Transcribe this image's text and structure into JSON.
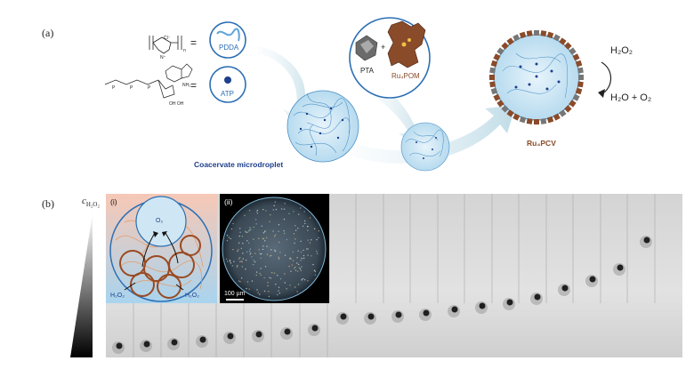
{
  "panel_a": {
    "label": "(a)",
    "pdda": "PDDA",
    "atp": "ATP",
    "equals": "=",
    "plus": "+",
    "pta": "PTA",
    "ru4pom": "Ru₄POM",
    "coacervate": "Coacervate microdroplet",
    "ru4pcv": "Ru₄PCV",
    "h2o2": "H₂O₂",
    "products": "H₂O + O₂",
    "polymer_n": "n",
    "atp_oh": "OH OH",
    "atp_nh2": "NH₂"
  },
  "panel_b": {
    "label": "(b)",
    "c_label": "c",
    "c_sub": "H₂O₂",
    "inset_i": "(i)",
    "inset_ii": "(ii)",
    "o2": "O₂",
    "h2o2_left": "H₂O₂",
    "h2o2_right": "H₂O₂",
    "scale_bar": "100 µm"
  },
  "colors": {
    "accent_blue": "#1d3f8c",
    "ring_blue": "#2d6fb3",
    "brown": "#8a4b2a",
    "pink": "#f6c6b0",
    "arrow_fill": "#d6e8ef"
  }
}
